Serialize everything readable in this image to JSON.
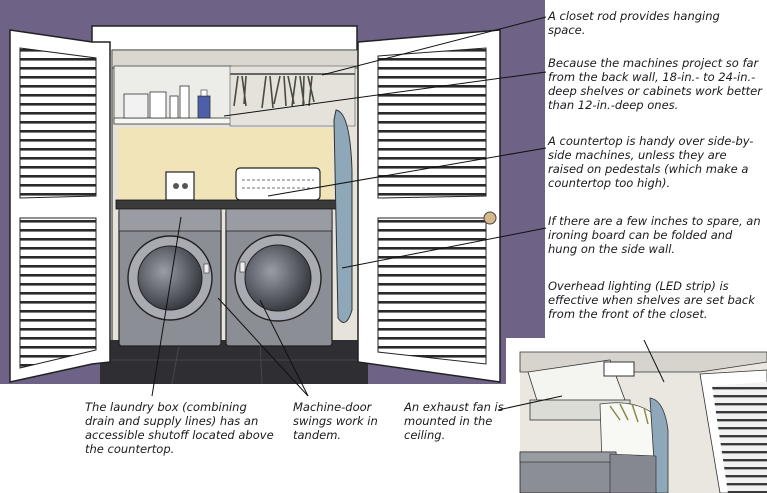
{
  "callouts": {
    "closet_rod": "A closet rod provides hanging space.",
    "shelves": "Because the machines project so far from the back wall, 18-in.- to 24-in.-deep shelves or cabinets work better than 12-in.-deep ones.",
    "countertop": "A countertop is handy over side-by-side machines, unless they are raised on pedestals (which make a countertop too high).",
    "ironing_board": "If there are a few inches to spare, an ironing board can be folded and hung on the side wall.",
    "lighting": "Overhead lighting (LED strip) is effective when shelves are set back from the front of the closet.",
    "laundry_box": "The laundry box (combining drain and supply lines) has an accessible shutoff located above the countertop.",
    "machine_door": "Machine-door swings work in tandem.",
    "exhaust_fan": "An exhaust fan is mounted in the ceiling."
  },
  "colors": {
    "wall": "#6e6286",
    "back_wall": "#f0e4b8",
    "floor": "#2e2e33",
    "machine": "#8c8e96",
    "door": "#ffffff",
    "shelf": "#e9e9e6",
    "ironing_board": "#8ea7b9"
  }
}
